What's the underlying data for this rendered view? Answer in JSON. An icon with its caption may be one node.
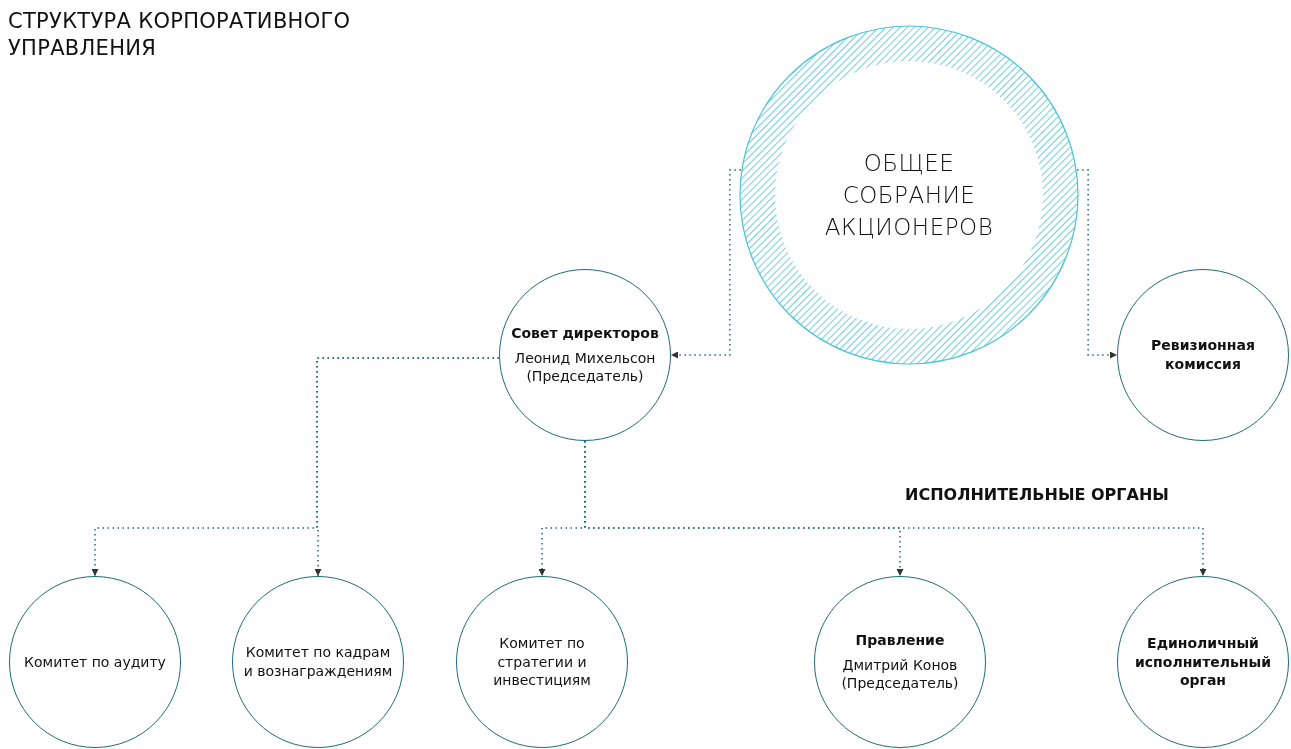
{
  "diagram": {
    "title": "СТРУКТУРА КОРПОРАТИВНОГО УПРАВЛЕНИЯ",
    "nodes": [
      {
        "text": [
          "ОБЩЕЕ СОБРАНИЕ АКЦИОНЕРОВ"
        ]
      },
      {
        "text": [
          "Совет директоров",
          "Леонид Михельсон (Председатель)"
        ]
      },
      {
        "text": [
          "Ревизионная комиссия"
        ]
      },
      {
        "text": [
          "Комитет по аудиту"
        ]
      },
      {
        "text": [
          "Комитет по кадрам и вознаграждениям"
        ]
      },
      {
        "text": [
          "Комитет по стратегии и инвестициям"
        ]
      },
      {
        "text": [
          "Правление",
          "Дмитрий Конов (Председатель)"
        ]
      },
      {
        "text": [
          "Единоличный исполнительный орган"
        ]
      }
    ],
    "edges": [
      {
        "from": 0,
        "to": 1,
        "arrow": "to"
      },
      {
        "from": 0,
        "to": 2,
        "arrow": "to"
      },
      {
        "from": 1,
        "to": 3,
        "arrow": "to"
      },
      {
        "from": 1,
        "to": 4,
        "arrow": "to"
      },
      {
        "from": 1,
        "to": 5,
        "arrow": "to"
      },
      {
        "from": 1,
        "to": 6,
        "arrow": "to"
      },
      {
        "from": 1,
        "to": 7,
        "arrow": "to"
      }
    ],
    "labels": [
      "ИСПОЛНИТЕЛЬНЫЕ ОРГАНЫ"
    ]
  }
}
